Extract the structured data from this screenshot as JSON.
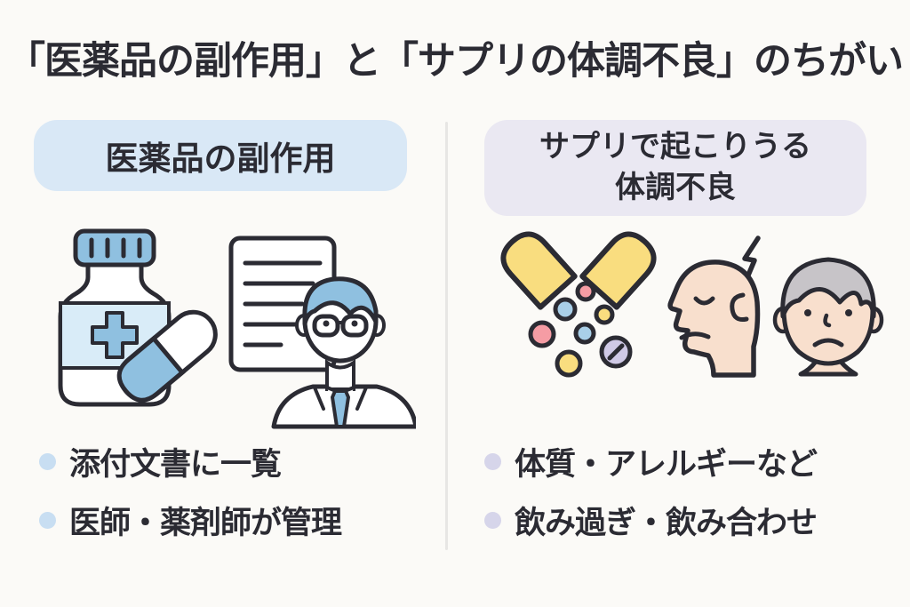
{
  "title": "「医薬品の副作用」と「サプリの体調不良」のちがい",
  "left": {
    "header": "医薬品の副作用",
    "bullets": [
      "添付文書に一覧",
      "医師・薬剤師が管理"
    ],
    "icons": [
      "medicine-bottle-icon",
      "capsule-icon",
      "package-insert-document-icon",
      "doctor-icon"
    ]
  },
  "right": {
    "header_lines": [
      "サプリで起こりうる",
      "体調不良"
    ],
    "bullets": [
      "体質・アレルギーなど",
      "飲み過ぎ・飲み合わせ"
    ],
    "icons": [
      "open-capsule-icon",
      "scattered-pills-icon",
      "lightning-bolt-icon",
      "headache-profile-face-icon",
      "unwell-elderly-face-icon"
    ]
  },
  "colors": {
    "background": "#fbfaf7",
    "text": "#2b2b33",
    "outline": "#2b2b33",
    "left_badge_bg": "#d9e8f6",
    "right_badge_bg": "#eae8f2",
    "left_bullet_dot": "#c8def2",
    "right_bullet_dot": "#d6d5ea",
    "blue_fill": "#8fc0e0",
    "light_blue_fill": "#d9ecf8",
    "yellow_fill": "#f9dd7f",
    "pink_fill": "#f59ca4",
    "dot_blue_fill": "#a9cfe8",
    "lavender_fill": "#cfc9e6",
    "skin_fill": "#f8dfcd",
    "gray_hair_fill": "#c7c4c8",
    "divider": "#e7e6e4"
  }
}
